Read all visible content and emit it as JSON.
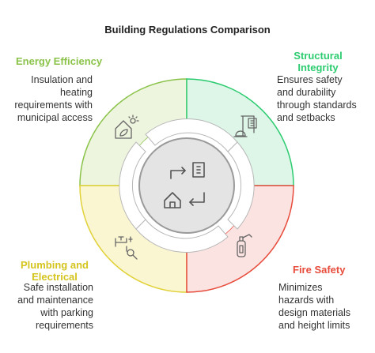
{
  "title": "Building Regulations Comparison",
  "colors": {
    "green": "#8bc34a",
    "teal": "#2ecc71",
    "yellow": "#e0d138",
    "red": "#e74c3c",
    "green_fill": "#eef5df",
    "teal_fill": "#ddf6e8",
    "yellow_fill": "#fbf6d2",
    "red_fill": "#fbe3e1"
  },
  "quadrants": {
    "energy": {
      "heading": "Energy Efficiency",
      "lines": [
        "Insulation and",
        "heating",
        "requirements with",
        "municipal access"
      ],
      "icon": "house-sun-icon"
    },
    "structural": {
      "heading": [
        "Structural",
        "Integrity"
      ],
      "lines": [
        "Ensures safety",
        "and durability",
        "through standards",
        "and setbacks"
      ],
      "icon": "building-crane-icon"
    },
    "plumbing": {
      "heading": [
        "Plumbing and",
        "Electrical"
      ],
      "lines": [
        "Safe installation",
        "and maintenance",
        "with parking",
        "requirements"
      ],
      "icon": "pipe-wrench-icon"
    },
    "fire": {
      "heading": "Fire Safety",
      "lines": [
        "Minimizes",
        "hazards with",
        "design materials",
        "and height limits"
      ],
      "icon": "fire-extinguisher-icon"
    }
  },
  "center_icon": "house-document-cycle-icon"
}
